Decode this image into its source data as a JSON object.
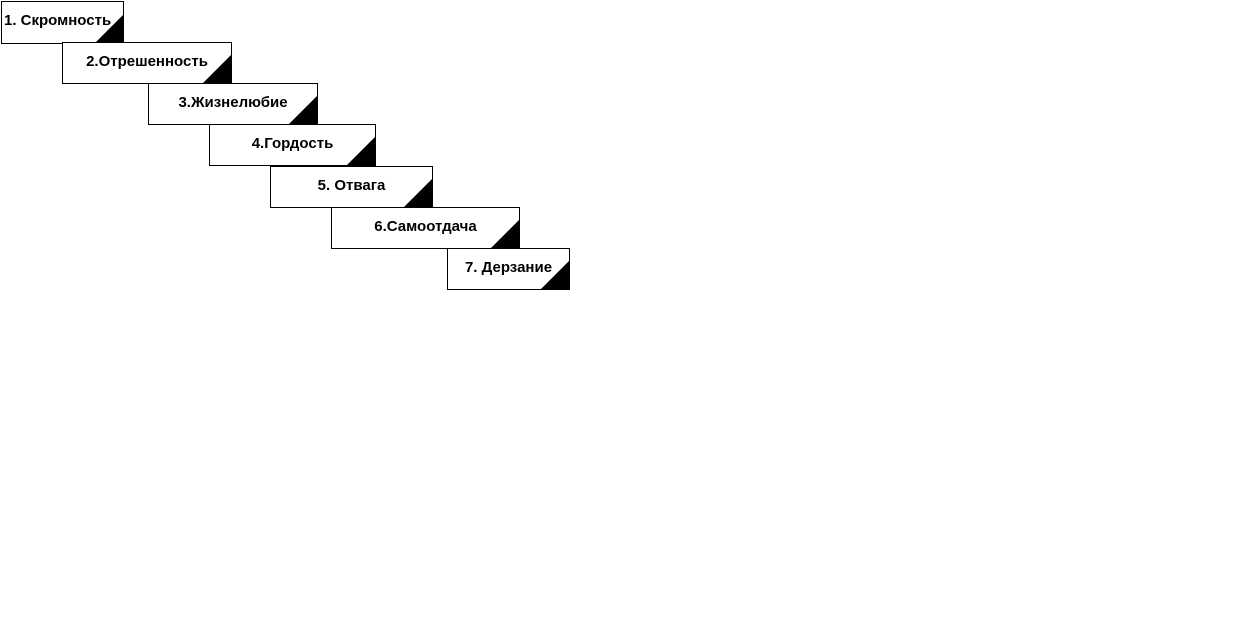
{
  "diagram": {
    "steps": [
      {
        "label": "1. Скромность"
      },
      {
        "label": "2.Отрешенность"
      },
      {
        "label": "3.Жизнелюбие"
      },
      {
        "label": "4.Гордость"
      },
      {
        "label": "5. Отвага"
      },
      {
        "label": "6.Самоотдача"
      },
      {
        "label": "7. Дерзание"
      }
    ],
    "colors": {
      "background": "#ffffff",
      "border": "#000000",
      "corner_fill": "#000000",
      "text": "#000000"
    }
  }
}
